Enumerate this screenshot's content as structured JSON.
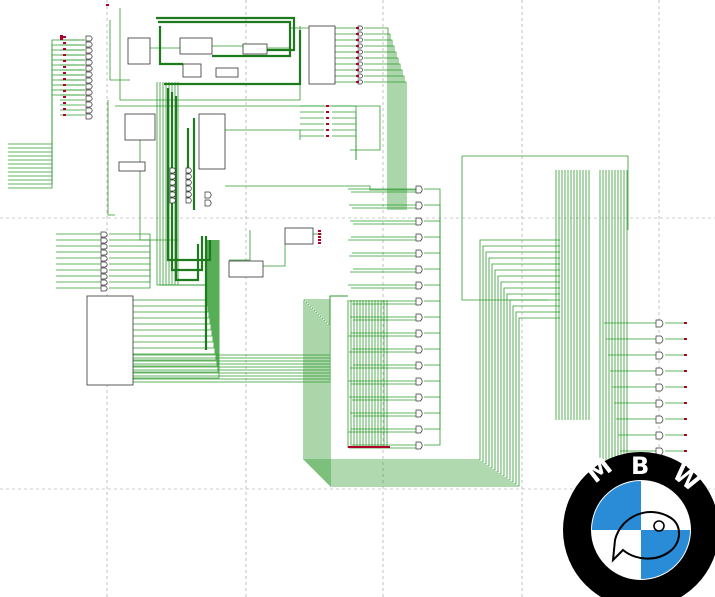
{
  "schematic": {
    "wire_color": "#2e9b2e",
    "thick_wire_color": "#1d7a1d",
    "grid_color": "#9a9a9a",
    "block_color": "#333333",
    "pin_color": "#b0002a"
  },
  "logo": {
    "text_letters": [
      "M",
      "B",
      "W"
    ],
    "ring_color": "#000000",
    "blue_color": "#2a8bd6",
    "white_color": "#ffffff"
  }
}
